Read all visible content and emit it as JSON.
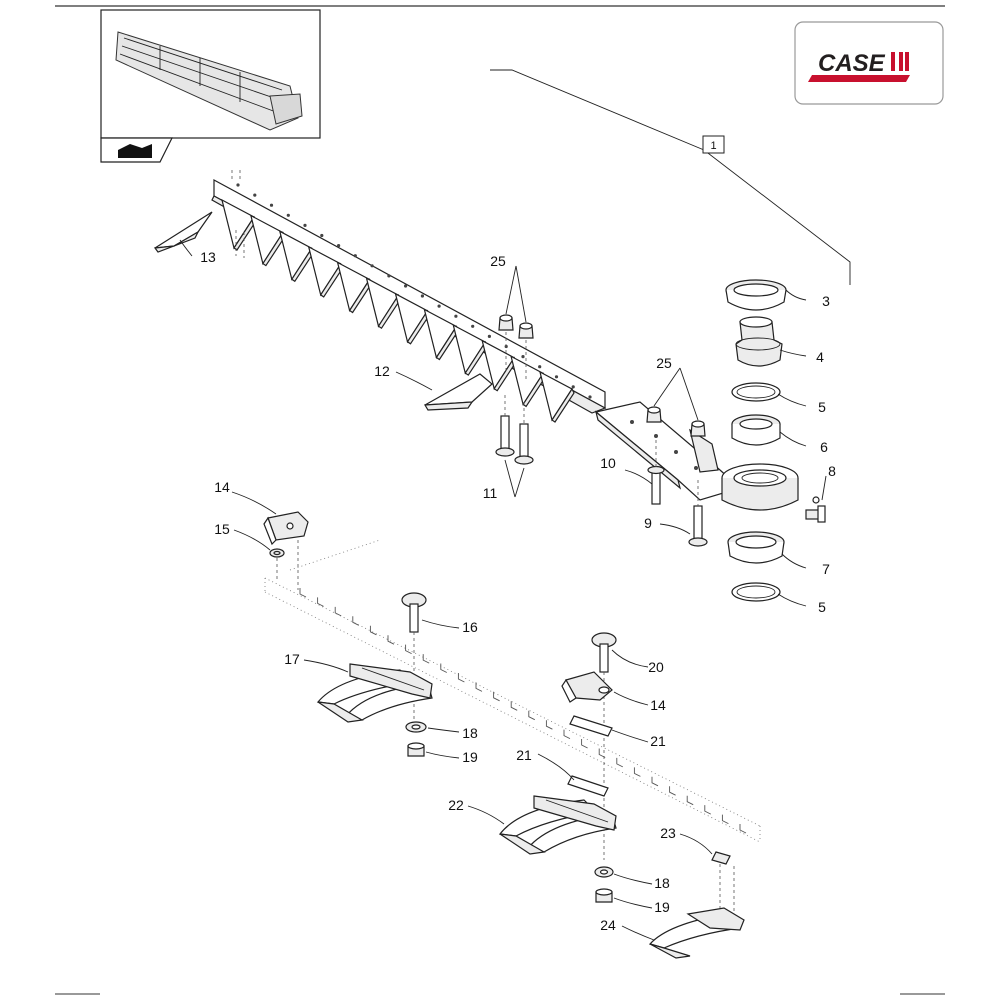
{
  "logo": {
    "brand": "CASE",
    "accent_color": "#c8102e"
  },
  "assembly_ref": "1",
  "callouts": [
    {
      "id": "c1",
      "label": "1"
    },
    {
      "id": "c3",
      "label": "3"
    },
    {
      "id": "c4",
      "label": "4"
    },
    {
      "id": "c5a",
      "label": "5"
    },
    {
      "id": "c6",
      "label": "6"
    },
    {
      "id": "c8",
      "label": "8"
    },
    {
      "id": "c7",
      "label": "7"
    },
    {
      "id": "c5b",
      "label": "5"
    },
    {
      "id": "c13",
      "label": "13"
    },
    {
      "id": "c25a",
      "label": "25"
    },
    {
      "id": "c12",
      "label": "12"
    },
    {
      "id": "c25b",
      "label": "25"
    },
    {
      "id": "c10",
      "label": "10"
    },
    {
      "id": "c11",
      "label": "11"
    },
    {
      "id": "c9",
      "label": "9"
    },
    {
      "id": "c14a",
      "label": "14"
    },
    {
      "id": "c15",
      "label": "15"
    },
    {
      "id": "c16",
      "label": "16"
    },
    {
      "id": "c17",
      "label": "17"
    },
    {
      "id": "c18a",
      "label": "18"
    },
    {
      "id": "c19a",
      "label": "19"
    },
    {
      "id": "c20",
      "label": "20"
    },
    {
      "id": "c14b",
      "label": "14"
    },
    {
      "id": "c21a",
      "label": "21"
    },
    {
      "id": "c21b",
      "label": "21"
    },
    {
      "id": "c22",
      "label": "22"
    },
    {
      "id": "c23",
      "label": "23"
    },
    {
      "id": "c18b",
      "label": "18"
    },
    {
      "id": "c19b",
      "label": "19"
    },
    {
      "id": "c24",
      "label": "24"
    }
  ]
}
